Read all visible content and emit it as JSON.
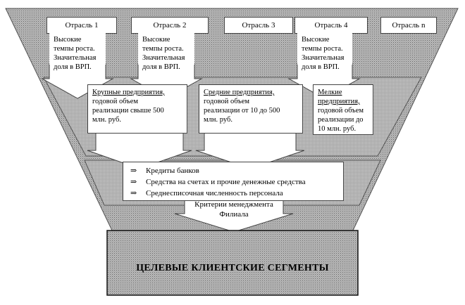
{
  "industries": [
    {
      "label": "Отрасль 1"
    },
    {
      "label": "Отрасль 2"
    },
    {
      "label": "Отрасль 3"
    },
    {
      "label": "Отрасль 4"
    },
    {
      "label": "Отрасль n"
    }
  ],
  "industry_notes": [
    {
      "lines": [
        "Высокие",
        "темпы роста.",
        "Значительная",
        "доля в ВРП."
      ]
    },
    {
      "lines": [
        "Высокие",
        "темпы роста.",
        "Значительная",
        "доля в ВРП."
      ]
    },
    {
      "lines": [
        "Высокие",
        "темпы роста.",
        "Значительная",
        "доля в ВРП."
      ]
    }
  ],
  "enterprises": [
    {
      "title": "Крупные предприятия,",
      "lines": [
        "годовой объем",
        "реализации свыше 500",
        "млн. руб."
      ]
    },
    {
      "title": "Средние предприятия,",
      "lines": [
        "годовой объем",
        "реализации от 10 до 500",
        "млн. руб."
      ]
    },
    {
      "title": "Мелкие",
      "title2": "предприятия,",
      "lines": [
        "годовой объем",
        "реализации до",
        "10 млн. руб."
      ]
    }
  ],
  "criteria": {
    "arrow": "⇒",
    "items": [
      "Кредиты  банков",
      "Средства на счетах и прочие денежные средства",
      "Среднесписочная численность персонала"
    ]
  },
  "management": {
    "lines": [
      "Критерии менеджмента",
      "Филиала"
    ]
  },
  "result": {
    "label": "ЦЕЛЕВЫЕ КЛИЕНТСКИЕ СЕГМЕНТЫ"
  }
}
